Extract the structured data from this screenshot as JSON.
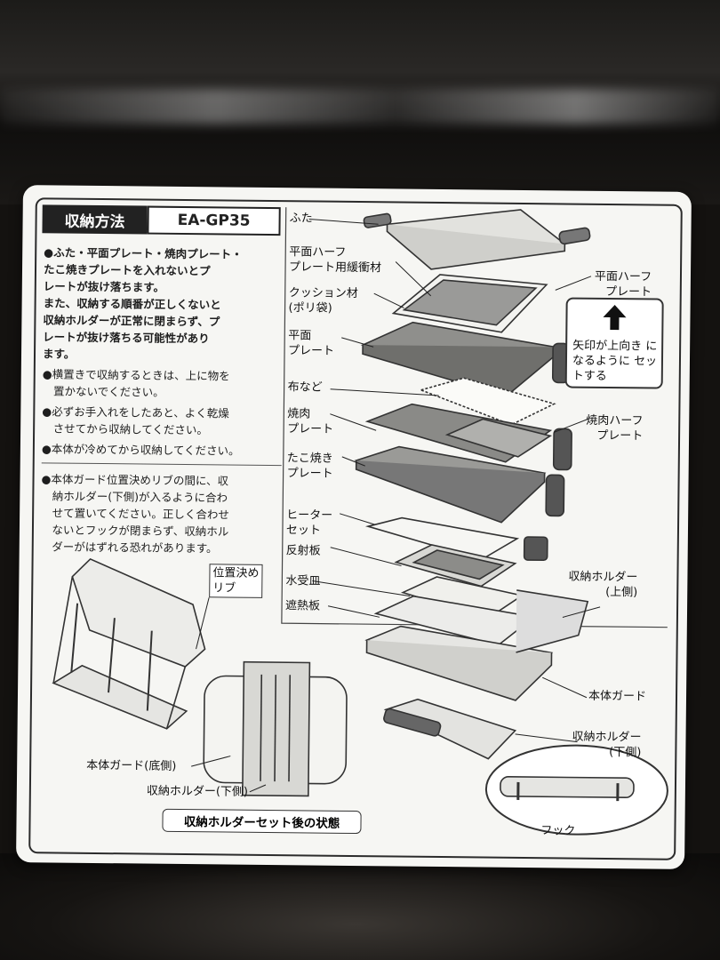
{
  "header": {
    "title": "収納方法",
    "model": "EA-GP35"
  },
  "notes": {
    "warning_1": "●ふた・平面プレート・焼肉プレート・",
    "warning_2": "たこ焼きプレートを入れないとプ",
    "warning_3": "レートが抜け落ちます。",
    "warning_4": "また、収納する順番が正しくないと",
    "warning_5": "収納ホルダーが正常に閉まらず、プ",
    "warning_6": "レートが抜け落ちる可能性があり",
    "warning_7": "ます。",
    "n1a": "●横置きで収納するときは、上に物を",
    "n1b": "　置かないでください。",
    "n2a": "●必ずお手入れをしたあと、よく乾燥",
    "n2b": "　させてから収納してください。",
    "n3": "●本体が冷めてから収納してください。",
    "n4a": "●本体ガード位置決めリブの間に、収",
    "n4b": "　納ホルダー(下側)が入るように合わ",
    "n4c": "　せて置いてください。正しく合わせ",
    "n4d": "　ないとフックが閉まらず、収納ホル",
    "n4e": "　ダーがはずれる恐れがあります。"
  },
  "left_diagram": {
    "rib_label": "位置決め\nリブ",
    "guard_bottom": "本体ガード(底側)",
    "holder_bottom": "収納ホルダー(下側)",
    "caption": "収納ホルダーセット後の状態"
  },
  "parts": {
    "lid": "ふた",
    "half_cushion": "平面ハーフ\nプレート用緩衝材",
    "cushion": "クッション材\n(ポリ袋)",
    "flat_plate": "平面\nプレート",
    "cloth": "布など",
    "yakiniku_plate": "焼肉\nプレート",
    "takoyaki_plate": "たこ焼き\nプレート",
    "heater": "ヒーター\nセット",
    "reflector": "反射板",
    "water_tray": "水受皿",
    "heat_shield": "遮熱板",
    "flat_half_plate": "平面ハーフ\nプレート",
    "yakiniku_half_plate": "焼肉ハーフ\nプレート",
    "holder_top": "収納ホルダー\n(上側)",
    "body_guard": "本体ガード",
    "holder_lower": "収納ホルダー\n(下側)",
    "hook": "フック"
  },
  "arrow_note": "矢印が上向き\nになるように\nセットする",
  "colors": {
    "card": "#f6f6f3",
    "ink": "#222222",
    "plate_gray": "#8c8c8c",
    "background": "#141210"
  }
}
